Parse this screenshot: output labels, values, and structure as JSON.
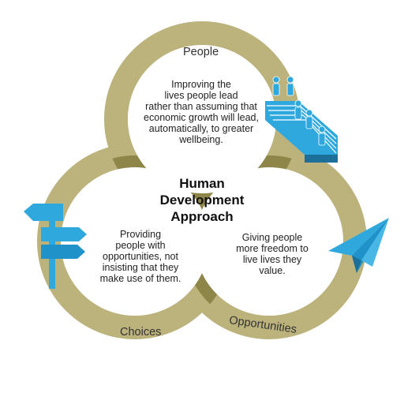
{
  "title": "Human\nDevelopment\nApproach",
  "circles": {
    "people": {
      "label": "People",
      "text": "Improving the\nlives people lead\nrather than assuming that\neconomic growth will lead,\nautomatically, to greater\nwellbeing."
    },
    "choices": {
      "label": "Choices",
      "text": "Providing\npeople with\nopportunities, not\ninsisting that they\nmake use of them."
    },
    "opportunities": {
      "label": "Opportunities",
      "text": "Giving people\nmore freedom to\nlive lives they\nvalue."
    }
  },
  "icons": {
    "people": "people-stairs-icon",
    "choices": "signpost-icon",
    "opportunities": "paper-plane-icon"
  },
  "colors": {
    "ring": "#bcb27c",
    "overlap": "#8e8648",
    "icon": "#2fa8de",
    "icon_dark": "#1b6f99"
  }
}
